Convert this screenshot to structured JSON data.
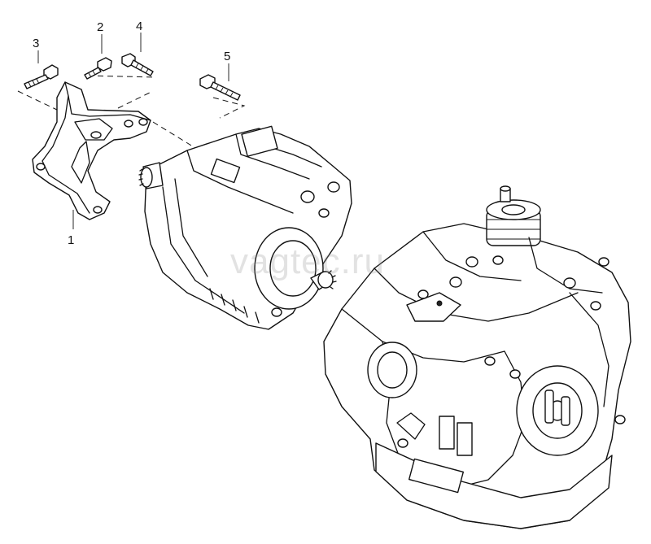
{
  "callouts": [
    {
      "label": "1",
      "part": "bracket"
    },
    {
      "label": "2",
      "part": "bolt"
    },
    {
      "label": "3",
      "part": "bolt"
    },
    {
      "label": "4",
      "part": "bolt"
    },
    {
      "label": "5",
      "part": "bolt"
    }
  ],
  "watermark": "vagtec.ru"
}
